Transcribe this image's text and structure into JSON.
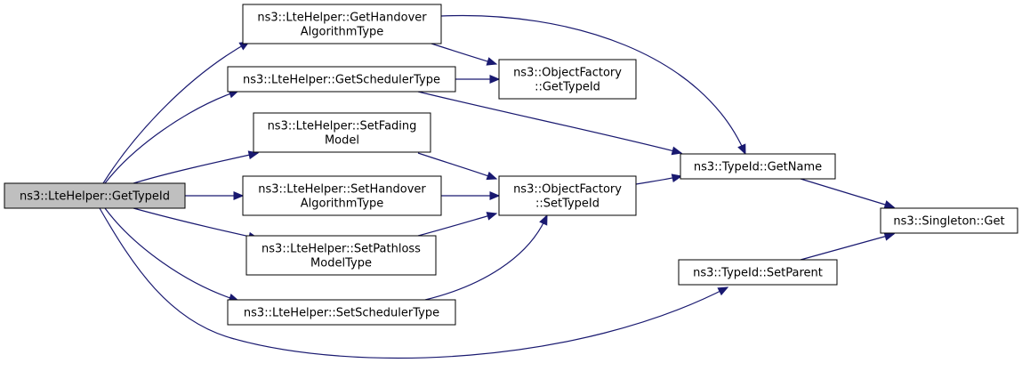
{
  "nodes": {
    "get_type_id": {
      "lines": [
        "ns3::LteHelper::GetTypeId"
      ]
    },
    "get_handover_algorithm_type": {
      "lines": [
        "ns3::LteHelper::GetHandover",
        "AlgorithmType"
      ]
    },
    "get_scheduler_type": {
      "lines": [
        "ns3::LteHelper::GetSchedulerType"
      ]
    },
    "set_fading_model": {
      "lines": [
        "ns3::LteHelper::SetFading",
        "Model"
      ]
    },
    "set_handover_algorithm_type": {
      "lines": [
        "ns3::LteHelper::SetHandover",
        "AlgorithmType"
      ]
    },
    "set_pathloss_model_type": {
      "lines": [
        "ns3::LteHelper::SetPathloss",
        "ModelType"
      ]
    },
    "set_scheduler_type": {
      "lines": [
        "ns3::LteHelper::SetSchedulerType"
      ]
    },
    "object_factory_get_type_id": {
      "lines": [
        "ns3::ObjectFactory",
        "::GetTypeId"
      ]
    },
    "object_factory_set_type_id": {
      "lines": [
        "ns3::ObjectFactory",
        "::SetTypeId"
      ]
    },
    "type_id_get_name": {
      "lines": [
        "ns3::TypeId::GetName"
      ]
    },
    "type_id_set_parent": {
      "lines": [
        "ns3::TypeId::SetParent"
      ]
    },
    "singleton_get": {
      "lines": [
        "ns3::Singleton::Get"
      ]
    }
  },
  "edges": [
    {
      "from": "get_type_id",
      "to": "get_handover_algorithm_type"
    },
    {
      "from": "get_type_id",
      "to": "get_scheduler_type"
    },
    {
      "from": "get_type_id",
      "to": "set_fading_model"
    },
    {
      "from": "get_type_id",
      "to": "set_handover_algorithm_type"
    },
    {
      "from": "get_type_id",
      "to": "set_pathloss_model_type"
    },
    {
      "from": "get_type_id",
      "to": "set_scheduler_type"
    },
    {
      "from": "get_type_id",
      "to": "type_id_set_parent"
    },
    {
      "from": "get_handover_algorithm_type",
      "to": "object_factory_get_type_id"
    },
    {
      "from": "get_handover_algorithm_type",
      "to": "type_id_get_name"
    },
    {
      "from": "get_scheduler_type",
      "to": "object_factory_get_type_id"
    },
    {
      "from": "get_scheduler_type",
      "to": "type_id_get_name"
    },
    {
      "from": "set_fading_model",
      "to": "object_factory_set_type_id"
    },
    {
      "from": "set_handover_algorithm_type",
      "to": "object_factory_set_type_id"
    },
    {
      "from": "set_pathloss_model_type",
      "to": "object_factory_set_type_id"
    },
    {
      "from": "set_scheduler_type",
      "to": "object_factory_set_type_id"
    },
    {
      "from": "object_factory_set_type_id",
      "to": "type_id_get_name"
    },
    {
      "from": "type_id_get_name",
      "to": "singleton_get"
    },
    {
      "from": "type_id_set_parent",
      "to": "singleton_get"
    }
  ],
  "colors": {
    "edge": "#191970",
    "node_border": "#000000",
    "node_fill": "#ffffff",
    "root_fill": "#bfbfbf"
  }
}
